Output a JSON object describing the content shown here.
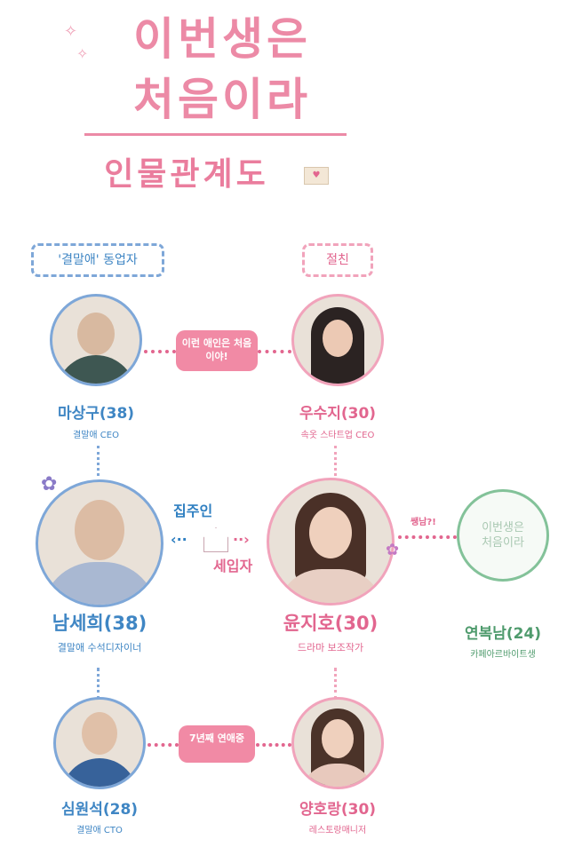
{
  "title": {
    "line1": "이번생은",
    "line2": "처음이라",
    "subtitle": "인물관계도"
  },
  "groups": {
    "left": "'결말애' 동업자",
    "right": "절친"
  },
  "relations": {
    "ma_woo": "이런 애인은 처음이야!",
    "landlord": "집주인",
    "tenant": "세입자",
    "yoon_yeon": "쌩남?!",
    "shim_yang": "7년째 연애중"
  },
  "characters": [
    {
      "name": "마상구(38)",
      "role": "결말애 CEO"
    },
    {
      "name": "우수지(30)",
      "role": "속옷 스타트업 CEO"
    },
    {
      "name": "남세희(38)",
      "role": "결말애 수석디자이너"
    },
    {
      "name": "윤지호(30)",
      "role": "드라마 보조작가"
    },
    {
      "name": "연복남(24)",
      "role": "카페아르바이트생"
    },
    {
      "name": "심원석(28)",
      "role": "결말애 CTO"
    },
    {
      "name": "양호랑(30)",
      "role": "레스토랑매니저"
    }
  ],
  "colors": {
    "pink": "#e2668f",
    "blue": "#3f86c4",
    "green": "#4f9b6d"
  }
}
